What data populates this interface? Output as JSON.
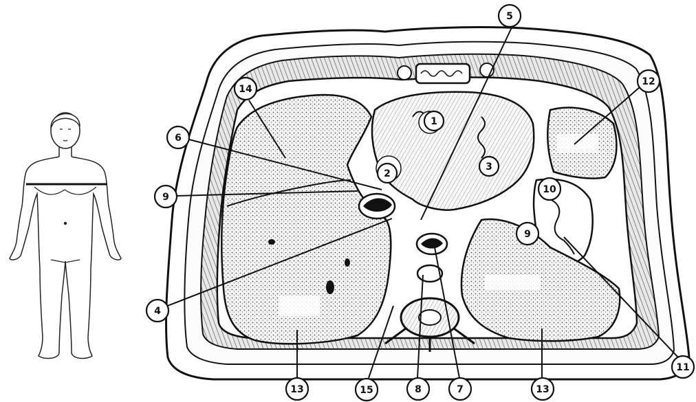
{
  "figure": {
    "callouts": [
      {
        "id": "c1",
        "label": "1"
      },
      {
        "id": "c2",
        "label": "2"
      },
      {
        "id": "c3",
        "label": "3"
      },
      {
        "id": "c4",
        "label": "4"
      },
      {
        "id": "c5",
        "label": "5"
      },
      {
        "id": "c6",
        "label": "6"
      },
      {
        "id": "c7",
        "label": "7"
      },
      {
        "id": "c8",
        "label": "8"
      },
      {
        "id": "c9a",
        "label": "9"
      },
      {
        "id": "c9b",
        "label": "9"
      },
      {
        "id": "c10",
        "label": "10"
      },
      {
        "id": "c11",
        "label": "11"
      },
      {
        "id": "c12",
        "label": "12"
      },
      {
        "id": "c13a",
        "label": "13"
      },
      {
        "id": "c13b",
        "label": "13"
      },
      {
        "id": "c14",
        "label": "14"
      },
      {
        "id": "c15",
        "label": "15"
      }
    ]
  }
}
